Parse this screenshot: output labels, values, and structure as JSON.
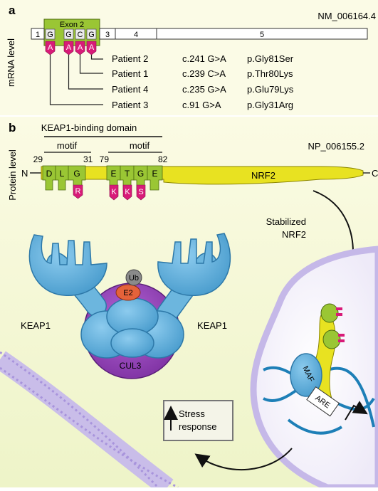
{
  "panel_a": {
    "label": "a",
    "axis_label": "mRNA level",
    "accession": "NM_006164.4",
    "exon_label": "Exon 2",
    "exons": [
      "1",
      "3",
      "4",
      "5"
    ],
    "ref_bases": [
      "G",
      "G",
      "C",
      "G"
    ],
    "alt_bases": [
      "A",
      "A",
      "A",
      "A"
    ],
    "variants": [
      {
        "patient": "Patient 2",
        "cdna": "c.241 G>A",
        "protein": "p.Gly81Ser"
      },
      {
        "patient": "Patient 1",
        "cdna": "c.239 C>A",
        "protein": "p.Thr80Lys"
      },
      {
        "patient": "Patient 4",
        "cdna": "c.235 G>A",
        "protein": "p.Glu79Lys"
      },
      {
        "patient": "Patient 3",
        "cdna": "c.91 G>A",
        "protein": "p.Gly31Arg"
      }
    ]
  },
  "panel_b": {
    "label": "b",
    "axis_label": "Protein level",
    "accession": "NP_006155.2",
    "domain_label": "KEAP1-binding domain",
    "motif_label": "motif",
    "motif1_start": "29",
    "motif1_end": "31",
    "motif2_start": "79",
    "motif2_end": "82",
    "n_term": "N",
    "c_term": "C",
    "protein_name": "NRF2",
    "motif1_residues": [
      "D",
      "L",
      "G"
    ],
    "motif1_mutants": [
      "R"
    ],
    "motif2_residues": [
      "E",
      "T",
      "G",
      "E"
    ],
    "motif2_mutants": [
      "K",
      "K",
      "S"
    ],
    "stabilized_label": [
      "Stabilized",
      "NRF2"
    ],
    "keap1_label": "KEAP1",
    "ub_label": "Ub",
    "e2_label": "E2",
    "cul3_label": "CUL3",
    "maf_label": "MAF",
    "are_label": "ARE",
    "stress_label": [
      "Stress",
      "response"
    ]
  },
  "colors": {
    "panel_bg": "#fbfbe6",
    "exon2_green": "#9ac634",
    "mutation_pink": "#d81b78",
    "nrf2_yellow": "#e8e221",
    "keap1_blue": "#66b2dc",
    "cul3_purple": "#8f3fb3",
    "e2_orange": "#e4623a",
    "nucleus_lilac": "#c5b8e8",
    "dna_blue": "#1d7fb7"
  }
}
